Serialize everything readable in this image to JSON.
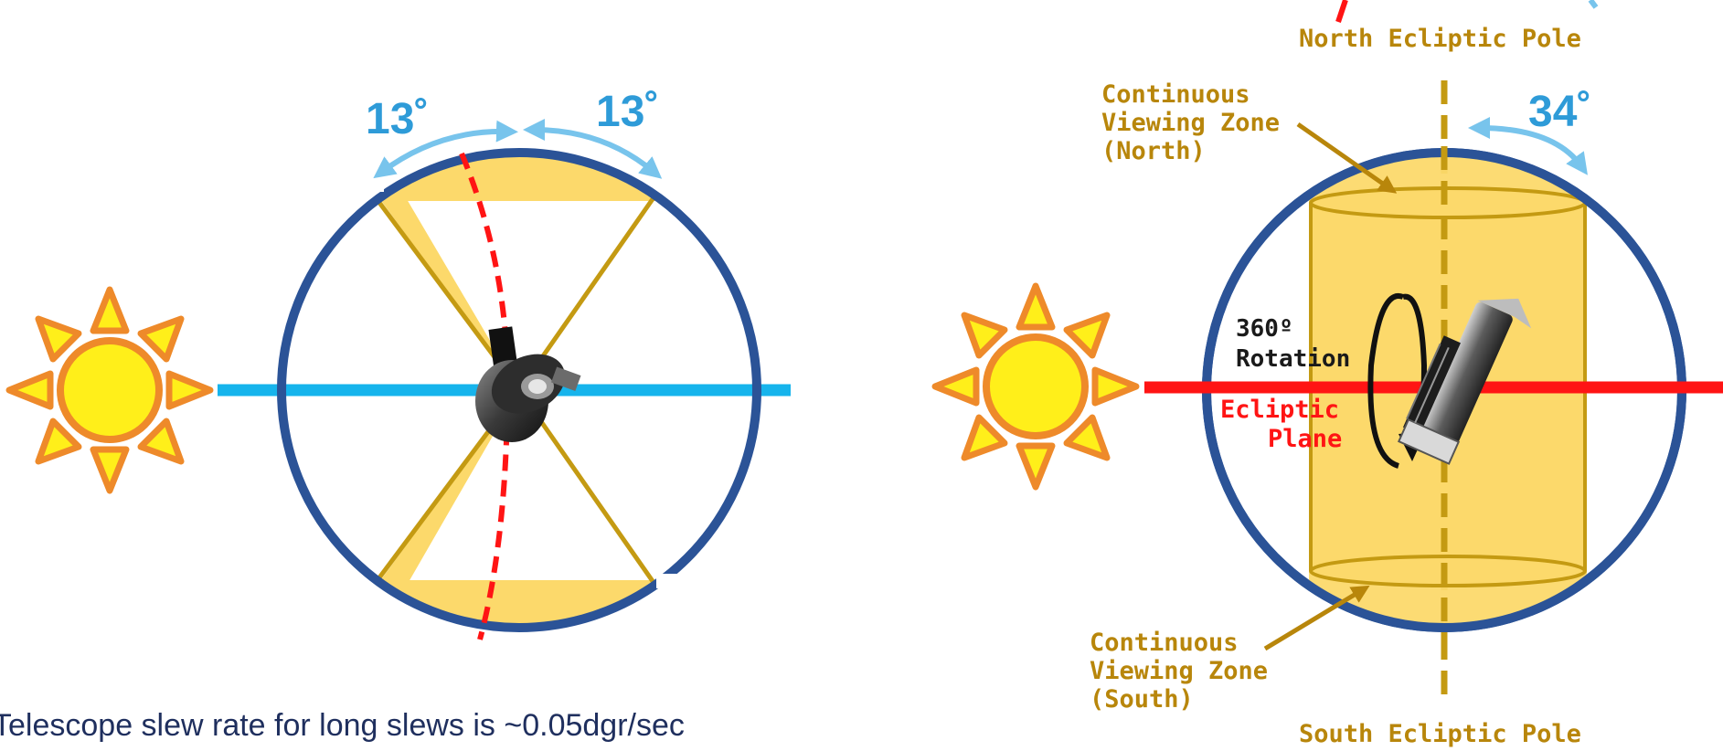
{
  "colors": {
    "orbit": "#2b5397",
    "zone_fill": "#fcd96b",
    "zone_stroke": "#c49a12",
    "annotation": "#b8860b",
    "sun_fill": "#ffef1a",
    "sun_stroke": "#ee8a2a",
    "ecliptic_red": "#ff1414",
    "sun_line_blue": "#16b4ec",
    "angle_blue": "#2e9bd8",
    "arrow_blue": "#78c4ec",
    "text_dark": "#1a1a1a",
    "caption": "#1f2f5e"
  },
  "left_panel": {
    "angle_left": "13˚",
    "angle_right": "13˚",
    "caption": "Telescope slew rate for long slews is ~0.05dgr/sec"
  },
  "right_panel": {
    "north_pole_label": "North Ecliptic Pole",
    "south_pole_label": "South Ecliptic Pole",
    "cvz_north": [
      "Continuous",
      "Viewing Zone",
      "(North)"
    ],
    "cvz_south": [
      "Continuous",
      "Viewing Zone",
      "(South)"
    ],
    "angle": "34˚",
    "rotation": [
      "360º",
      "Rotation"
    ],
    "ecliptic": [
      "Ecliptic",
      "Plane"
    ]
  },
  "icons": {
    "sun": "sun-icon",
    "telescope": "telescope-icon",
    "rotation": "rotation-arrow-icon"
  }
}
